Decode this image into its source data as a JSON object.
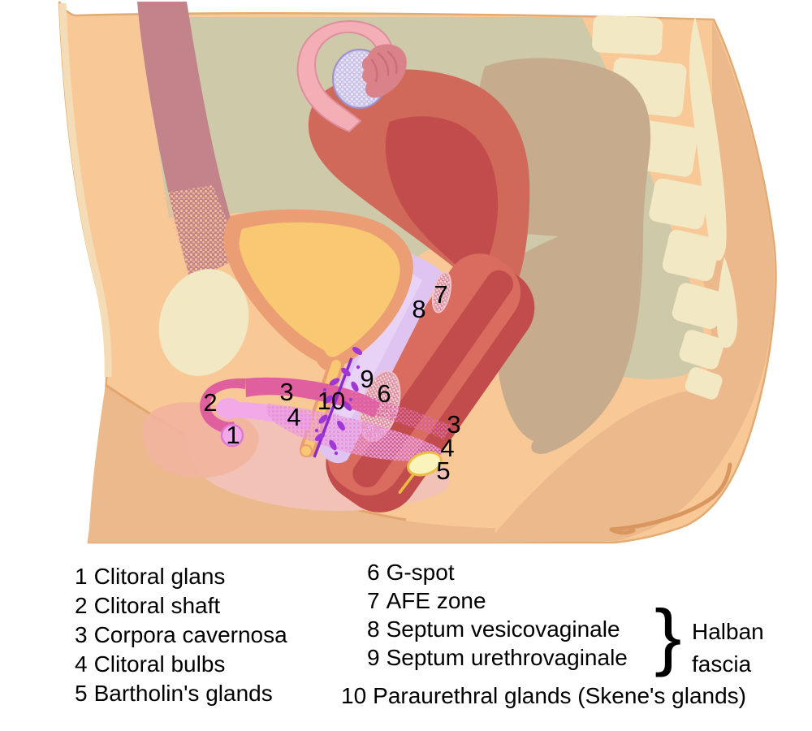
{
  "figure": {
    "subject": "Female pelvis — mid-sagittal anatomical diagram",
    "marker_labels": [
      {
        "num": "1",
        "target": "clitoral-glans"
      },
      {
        "num": "2",
        "target": "clitoral-shaft"
      },
      {
        "num": "3",
        "target": "corpora-cavernosa"
      },
      {
        "num": "4",
        "target": "clitoral-bulbs"
      },
      {
        "num": "10",
        "target": "paraurethral-glands"
      },
      {
        "num": "9",
        "target": "septum-urethrovaginale"
      },
      {
        "num": "6",
        "target": "g-spot"
      },
      {
        "num": "8",
        "target": "septum-vesicovaginale"
      },
      {
        "num": "7",
        "target": "afe-zone"
      },
      {
        "num": "3",
        "target": "corpora-cavernosa-crus"
      },
      {
        "num": "4",
        "target": "clitoral-bulb-posterior"
      },
      {
        "num": "5",
        "target": "bartholins-gland"
      }
    ]
  },
  "legend": {
    "left_items": [
      {
        "num": "1",
        "name": "Clitoral glans"
      },
      {
        "num": "2",
        "name": "Clitoral shaft"
      },
      {
        "num": "3",
        "name": "Corpora cavernosa"
      },
      {
        "num": "4",
        "name": "Clitoral bulbs"
      },
      {
        "num": "5",
        "name": "Bartholin's glands"
      }
    ],
    "right_items": [
      {
        "num": "6",
        "name": "G-spot"
      },
      {
        "num": "7",
        "name": "AFE zone"
      },
      {
        "num": "8",
        "name": "Septum vesicovaginale"
      },
      {
        "num": "9",
        "name": "Septum urethrovaginale"
      }
    ],
    "bottom_item": {
      "num": "10",
      "name": "Paraurethral glands (Skene's glands)"
    },
    "brace_glyph": "}",
    "brace_label_line1": "Halban",
    "brace_label_line2": "fascia"
  },
  "colors": {
    "background": "#ffffff",
    "skin": "#F9C897",
    "skin_shadow": "#ECB98C",
    "abdominal_cavity": "#CDC9A9",
    "bone_cream": "#F2E8C3",
    "muscle_mauve": "#C2838B",
    "bladder_fill": "#F8C872",
    "bladder_wall": "#EB9D74",
    "uterus": "#D0695A",
    "uterus_cavity": "#C24B4C",
    "vagina_wall": "#D96C5F",
    "fallopian_tube": "#F4AEB6",
    "ovary": "#C9C2E6",
    "rectum": "#C6AB8D",
    "septum_lavender": "#DFC4F1",
    "clitoris_pink": "#E0609F",
    "bulb_orchid": "#E893DB",
    "glans_pink": "#F2A9E8",
    "paraurethral_purple": "#A136D6",
    "bartholin_yellow": "#FAF3BC",
    "gspot_rose": "#DE93A3",
    "perineum_pink": "#F1C2B5",
    "label_color": "#000000"
  }
}
